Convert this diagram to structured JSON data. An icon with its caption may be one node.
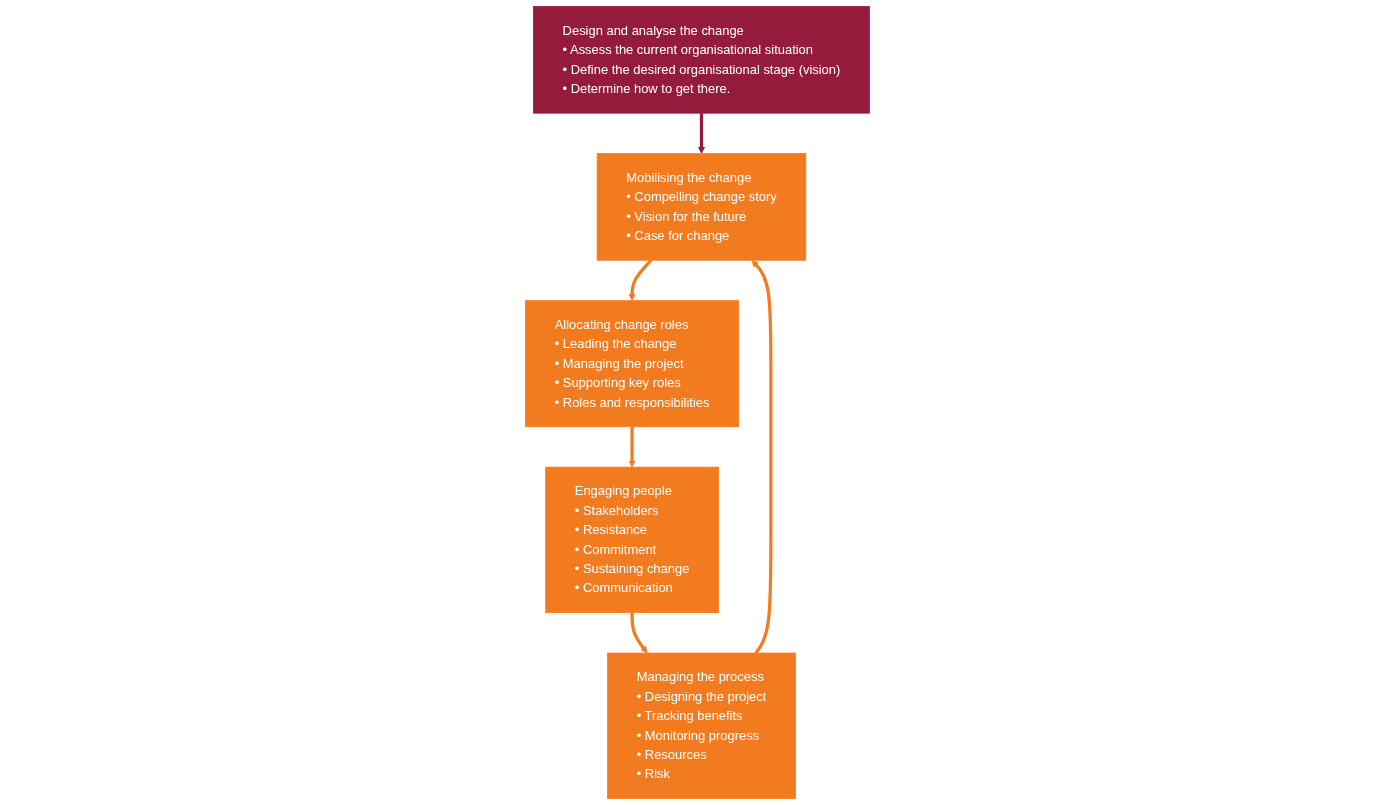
{
  "diagram": {
    "nodes": [
      {
        "text": [
          "Design and analyse the change",
          "• Assess the current organisational situation",
          "• Define the desired organisational stage (vision)",
          "• Determine how to get there."
        ]
      },
      {
        "text": [
          "Mobilising the change",
          "• Compelling change story",
          "• Vision for the future",
          "• Case for change"
        ]
      },
      {
        "text": [
          "Allocating change roles",
          "• Leading the change",
          "• Managing the project",
          "• Supporting key roles",
          "• Roles and responsibilities"
        ]
      },
      {
        "text": [
          "Engaging people",
          "• Stakeholders",
          "• Resistance",
          "• Commitment",
          "• Sustaining change",
          "• Communication"
        ]
      },
      {
        "text": [
          "Managing the process",
          "• Designing the project",
          "• Tracking benefits",
          "• Monitoring progress",
          "• Resources",
          "• Risk"
        ]
      }
    ],
    "edges": [
      {
        "from": 0,
        "to": 1,
        "arrow": "to",
        "color": "#951b3d"
      },
      {
        "from": 1,
        "to": 2,
        "arrow": "to"
      },
      {
        "from": 2,
        "to": 3,
        "arrow": "to"
      },
      {
        "from": 3,
        "to": 4,
        "arrow": "to"
      },
      {
        "from": 4,
        "to": 1,
        "arrow": "to"
      }
    ]
  }
}
